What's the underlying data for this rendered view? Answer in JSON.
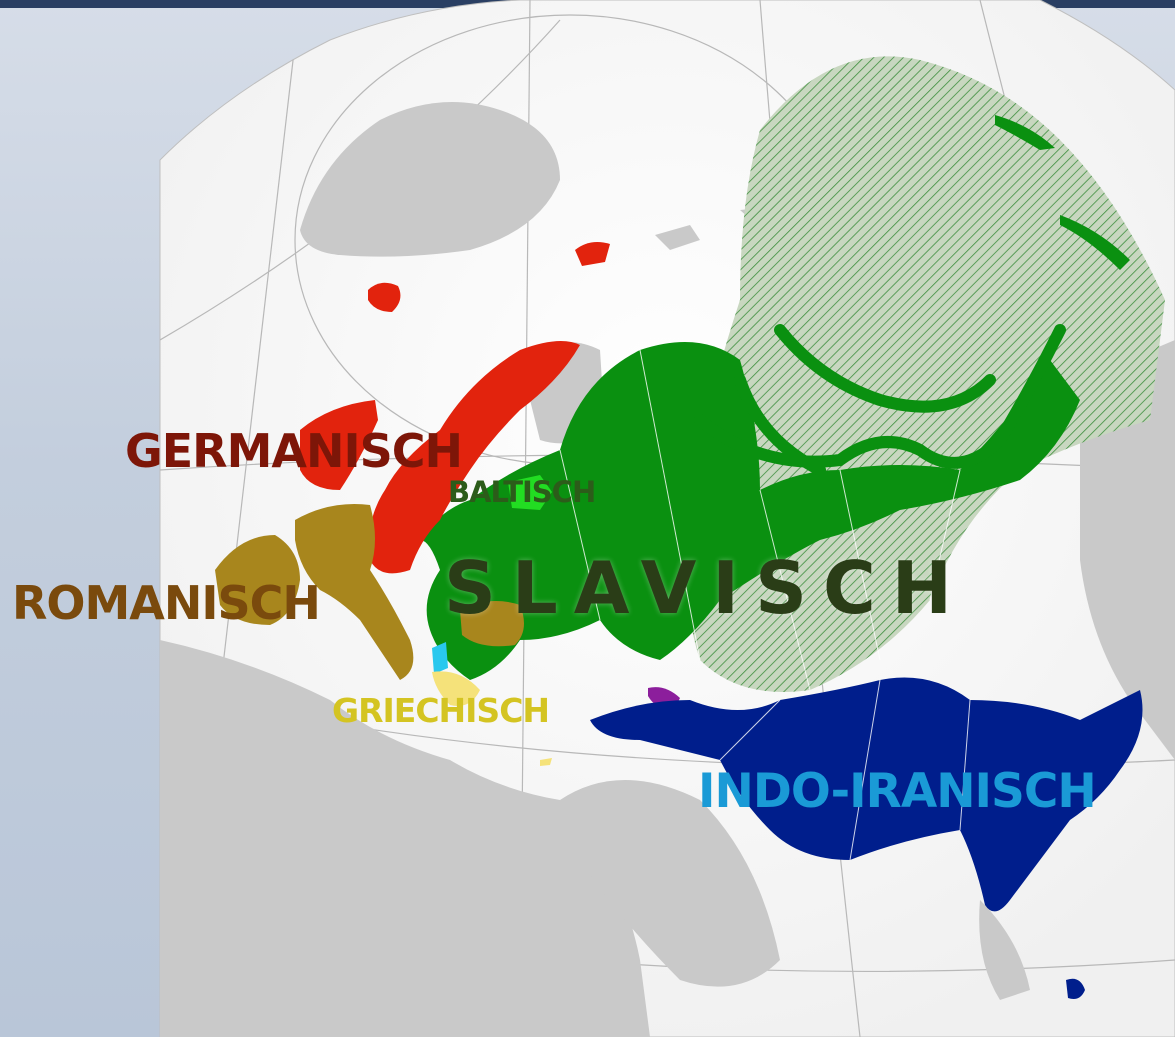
{
  "map": {
    "labels": {
      "germanisch": "GERMANISCH",
      "romanisch": "ROMANISCH",
      "baltisch": "BALTISCH",
      "slavisch": "SLAVISCH",
      "griechisch": "GRIECHISCH",
      "indoiranisch": "INDO-IRANISCH"
    },
    "colors": {
      "germanisch": "#e2230d",
      "romanisch": "#a8861d",
      "baltisch": "#22dd22",
      "slavisch": "#0a9010",
      "griechisch": "#f5e27a",
      "indoiranisch": "#001e8c",
      "albanian": "#29c8ee",
      "armenian": "#8c1e9c",
      "land": "#c9c9c9",
      "ocean": "#f4f4f4",
      "topbar": "#2a3f63"
    }
  }
}
